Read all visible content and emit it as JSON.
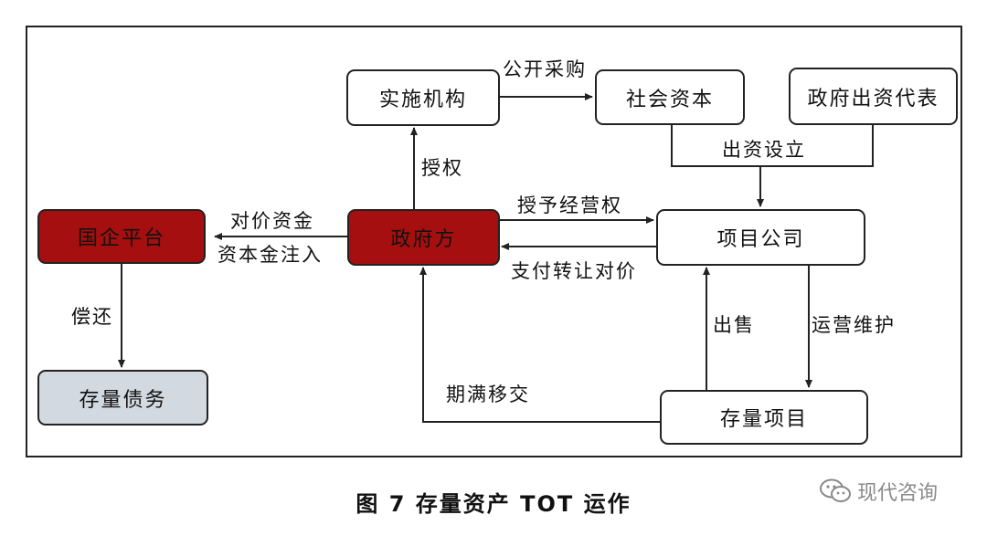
{
  "nodes": {
    "implementing_agency": "实施机构",
    "social_capital": "社会资本",
    "gov_capital_rep": "政府出资代表",
    "soe_platform": "国企平台",
    "government": "政府方",
    "project_company": "项目公司",
    "existing_debt": "存量债务",
    "existing_project": "存量项目"
  },
  "labels": {
    "public_procurement": "公开采购",
    "capital_contribution": "出资设立",
    "authorization": "授权",
    "grant_operating_rights": "授予经营权",
    "pay_transfer_price": "支付转让对价",
    "consideration_funds": "对价资金",
    "capital_injection": "资本金注入",
    "repay": "偿还",
    "sale": "出售",
    "operation_maintenance": "运营维护",
    "handover_on_expiry": "期满移交"
  },
  "caption": "图 7  存量资产 TOT 运作",
  "watermark": "现代咨询",
  "colors": {
    "red_node": "#a50f0f",
    "grey_node": "#d3d9e1",
    "line": "#222222"
  }
}
